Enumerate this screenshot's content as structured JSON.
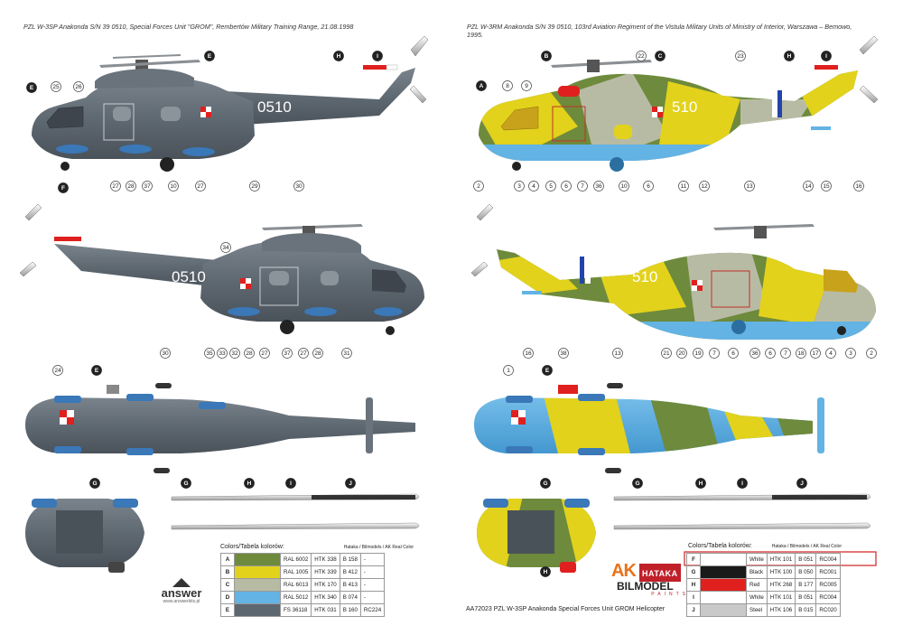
{
  "captions": {
    "left": "PZL W-3SP Anakonda S/N 39 0510, Special Forces Unit \"GROM\", Rembertów Military Training Range, 21.08.1998",
    "right": "PZL W-3RM Anakonda S/N 39 0510, 103rd Aviation Regiment of the Vistula Military Units of Ministry of Interior, Warszawa – Bemowo, 1995."
  },
  "serial_left": "0510",
  "serial_right": "510",
  "table_left": {
    "header": "Colors/Tabela kolorów:",
    "subheader": "Hataka / Bilmodels / AK Real Color",
    "rows": [
      {
        "letter": "A",
        "color": "#6e8a3c",
        "name": "RAL 6002",
        "hataka": "HTK 338",
        "bil": "B 158",
        "ak": "-"
      },
      {
        "letter": "B",
        "color": "#e2d21c",
        "name": "RAL 1005",
        "hataka": "HTK 339",
        "bil": "B 412",
        "ak": "-"
      },
      {
        "letter": "C",
        "color": "#b8bba4",
        "name": "RAL 6013",
        "hataka": "HTK 170",
        "bil": "B 413",
        "ak": "-"
      },
      {
        "letter": "D",
        "color": "#63b3e4",
        "name": "RAL 5012",
        "hataka": "HTK 340",
        "bil": "B 074",
        "ak": "-"
      },
      {
        "letter": "E",
        "color": "#5d6770",
        "name": "FS 36118",
        "hataka": "HTK 031",
        "bil": "B 160",
        "ak": "RC224"
      }
    ]
  },
  "table_right": {
    "header": "Colors/Tabela kolorów:",
    "subheader": "Hataka / Bilmodels / AK Real Color",
    "rows": [
      {
        "letter": "F",
        "color": "#ffffff",
        "name": "White",
        "hataka": "HTK 101",
        "bil": "B 051",
        "ak": "RC004"
      },
      {
        "letter": "G",
        "color": "#1a1a1a",
        "name": "Black",
        "hataka": "HTK 100",
        "bil": "B 050",
        "ak": "RC001"
      },
      {
        "letter": "H",
        "color": "#e0201e",
        "name": "Red",
        "hataka": "HTK 268",
        "bil": "B 177",
        "ak": "RC005"
      },
      {
        "letter": "I",
        "color": "#ffffff",
        "name": "White",
        "hataka": "HTK 101",
        "bil": "B 051",
        "ak": "RC004"
      },
      {
        "letter": "J",
        "color": "#c9c9c9",
        "name": "Steel",
        "hataka": "HTK 106",
        "bil": "B 015",
        "ak": "RC020"
      }
    ]
  },
  "footer": "AA72023 PZL W-3SP Anakonda Special Forces Unit GROM Helicopter",
  "brand": {
    "name": "answer",
    "site": "www.answerkits.pl"
  },
  "ak": "AK",
  "hataka": "HATAKA",
  "bilmodel": "BILMODEL",
  "bilmodel_sub": "PAINTS",
  "callouts": {
    "l1": [
      "E",
      "E",
      "25",
      "26",
      "H",
      "I",
      "F",
      "27",
      "28",
      "37",
      "10",
      "27",
      "29",
      "30"
    ],
    "l2": [
      "34",
      "30",
      "35",
      "33",
      "32",
      "28",
      "27",
      "37",
      "27",
      "28",
      "31"
    ],
    "l3": [
      "24",
      "E"
    ],
    "l4": [
      "G",
      "H",
      "I",
      "J",
      "G"
    ],
    "r1": [
      "A",
      "8",
      "9",
      "B",
      "22",
      "C",
      "23",
      "H",
      "I",
      "2",
      "3",
      "4",
      "5",
      "6",
      "7",
      "36",
      "10",
      "6",
      "11",
      "12",
      "13",
      "14",
      "15",
      "16"
    ],
    "r2": [
      "16",
      "38",
      "13",
      "21",
      "20",
      "19",
      "7",
      "6",
      "36",
      "6",
      "7",
      "18",
      "17",
      "4",
      "3",
      "2"
    ],
    "r3": [
      "1",
      "E"
    ],
    "r4": [
      "G",
      "H",
      "I",
      "J",
      "G",
      "H"
    ]
  }
}
